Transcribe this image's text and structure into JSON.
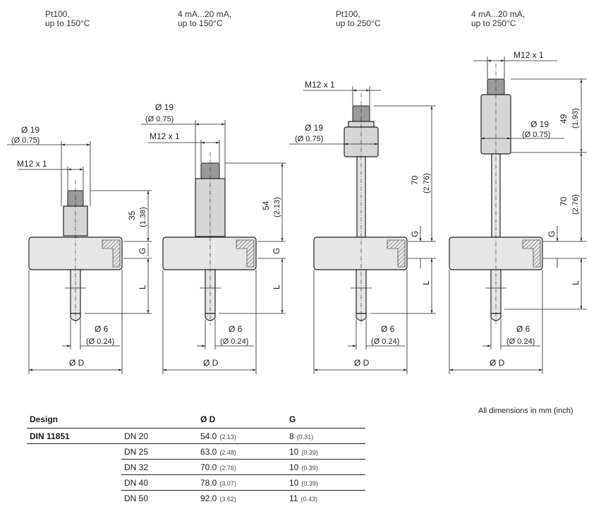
{
  "variants": [
    {
      "line1": "Pt100,",
      "line2": "up to 150°C"
    },
    {
      "line1": "4 mA...20 mA,",
      "line2": "up to 150°C"
    },
    {
      "line1": "Pt100,",
      "line2": "up to 250°C"
    },
    {
      "line1": "4 mA...20 mA,",
      "line2": "up to 250°C"
    }
  ],
  "labels": {
    "thread": "M12 x 1",
    "dia19": "Ø 19",
    "dia19_in": "(Ø 0.75)",
    "dia6": "Ø 6",
    "dia6_in": "(Ø 0.24)",
    "dia_d": "Ø D",
    "g": "G",
    "l": "L",
    "h35": "35",
    "h35_in": "(1.38)",
    "h54": "54",
    "h54_in": "(2.13)",
    "h70": "70",
    "h70_in": "(2.76)",
    "h49": "49",
    "h49_in": "(1.93)"
  },
  "note": "All dimensions in mm (inch)",
  "table": {
    "headers": [
      "Design",
      "",
      "Ø D",
      "G"
    ],
    "rows": [
      {
        "design": "DIN 11851",
        "dn": "DN 20",
        "d": "54.0",
        "d_in": "(2.13)",
        "g": "8",
        "g_in": "(0.31)"
      },
      {
        "design": "",
        "dn": "DN 25",
        "d": "63.0",
        "d_in": "(2.48)",
        "g": "10",
        "g_in": "(0.39)"
      },
      {
        "design": "",
        "dn": "DN 32",
        "d": "70.0",
        "d_in": "(2.76)",
        "g": "10",
        "g_in": "(0.39)"
      },
      {
        "design": "",
        "dn": "DN 40",
        "d": "78.0",
        "d_in": "(3.07)",
        "g": "10",
        "g_in": "(0.39)"
      },
      {
        "design": "",
        "dn": "DN 50",
        "d": "92.0",
        "d_in": "(3.62)",
        "g": "11",
        "g_in": "(0.43)"
      }
    ]
  }
}
